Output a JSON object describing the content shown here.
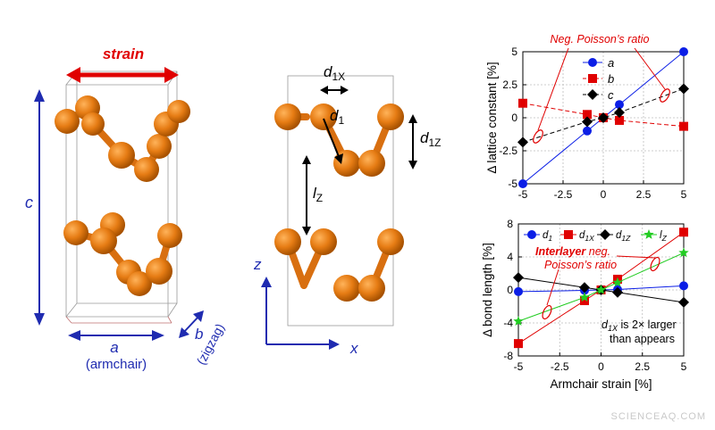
{
  "watermark": "SCIENCEAQ.COM",
  "colors": {
    "atom": "#e07b16",
    "atom_dark": "#b25a00",
    "bond": "#d86f10",
    "blue_text": "#1f2bb0",
    "strain_arrow": "#e00000",
    "series_a": "#0b1ee6",
    "series_b": "#e00000",
    "series_c": "#000000",
    "series_d1x": "#e00000",
    "series_d1z": "#000000",
    "series_lz": "#22cc22",
    "callout": "#e00000"
  },
  "left_panel": {
    "strain_label": "strain",
    "c_label": "c",
    "a_label": "a",
    "a_sub": "(armchair)",
    "b_label": "b",
    "b_sub": "(zigzag)"
  },
  "middle_panel": {
    "d1x": "d",
    "d1x_sub": "1X",
    "d1": "d",
    "d1_sub": "1",
    "d1z": "d",
    "d1z_sub": "1Z",
    "lz": "l",
    "lz_sub": "Z",
    "axis_z": "z",
    "axis_x": "x"
  },
  "chart_data": [
    {
      "type": "line",
      "ylabel": "Δ lattice constant [%]",
      "xlim": [
        -5,
        5
      ],
      "ylim": [
        -5,
        5
      ],
      "xticks": [
        "-5",
        "-2.5",
        "0",
        "2.5",
        "5"
      ],
      "yticks": [
        "-5",
        "-2.5",
        "0",
        "2.5",
        "5"
      ],
      "xtick_values": [
        -5,
        -2.5,
        0,
        2.5,
        5
      ],
      "ytick_values": [
        -5,
        -2.5,
        0,
        2.5,
        5
      ],
      "x": [
        -5,
        -1,
        0,
        1,
        5
      ],
      "series": [
        {
          "name": "a",
          "values": [
            -5,
            -1,
            0,
            1,
            5
          ],
          "color": "#0b1ee6",
          "marker": "circle",
          "dash": false
        },
        {
          "name": "b",
          "values": [
            1.1,
            0.25,
            0,
            -0.2,
            -0.65
          ],
          "color": "#e00000",
          "marker": "square",
          "dash": true
        },
        {
          "name": "c",
          "values": [
            -1.85,
            -0.3,
            0,
            0.4,
            2.2
          ],
          "color": "#000000",
          "marker": "diamond",
          "dash": true
        }
      ],
      "annotation": "Neg. Poisson’s ratio"
    },
    {
      "type": "line",
      "xlabel": "Armchair strain [%]",
      "ylabel": "Δ bond length [%]",
      "xlim": [
        -5,
        5
      ],
      "ylim": [
        -8,
        8
      ],
      "xticks": [
        "-5",
        "-2.5",
        "0",
        "2.5",
        "5"
      ],
      "yticks": [
        "-8",
        "-4",
        "0",
        "4",
        "8"
      ],
      "xtick_values": [
        -5,
        -2.5,
        0,
        2.5,
        5
      ],
      "ytick_values": [
        -8,
        -4,
        0,
        4,
        8
      ],
      "x": [
        -5,
        -1,
        0,
        1,
        5
      ],
      "series": [
        {
          "name": "d",
          "sub": "1",
          "values": [
            -0.2,
            -0.05,
            0,
            0.05,
            0.5
          ],
          "color": "#0b1ee6",
          "marker": "circle"
        },
        {
          "name": "d",
          "sub": "1X",
          "values": [
            -6.5,
            -1.3,
            0,
            1.3,
            7.0
          ],
          "color": "#e00000",
          "marker": "square"
        },
        {
          "name": "d",
          "sub": "1Z",
          "values": [
            1.5,
            0.3,
            0,
            -0.3,
            -1.5
          ],
          "color": "#000000",
          "marker": "diamond"
        },
        {
          "name": "l",
          "sub": "Z",
          "values": [
            -3.8,
            -0.9,
            0,
            0.9,
            4.5
          ],
          "color": "#22cc22",
          "marker": "star"
        }
      ],
      "annotation_bold": "Interlayer",
      "annotation_rest1": " neg.",
      "annotation_rest2": "Poisson’s ratio",
      "note_d": "d",
      "note_sub": "1X",
      "note_line1": " is 2× larger",
      "note_line2": "than appears"
    }
  ]
}
